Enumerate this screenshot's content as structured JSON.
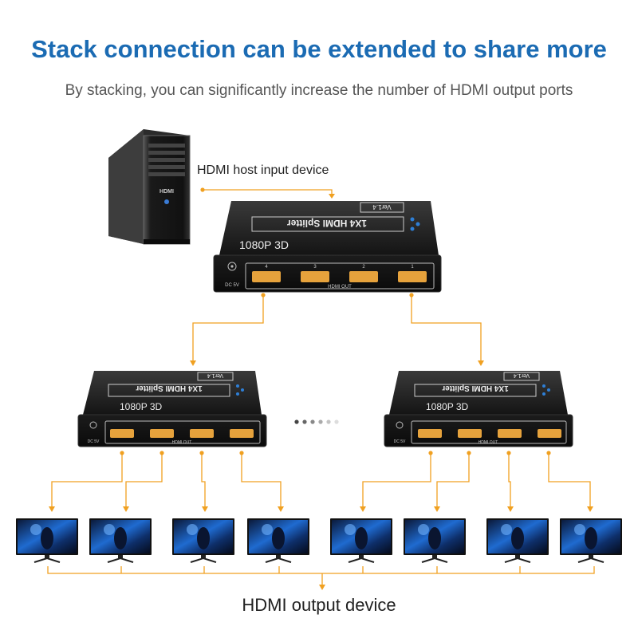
{
  "title": "Stack connection can be extended to share more",
  "subtitle": "By stacking, you can significantly increase the number of HDMI output ports",
  "host_label": "HDMI host input device",
  "output_label": "HDMI output device",
  "pc": {
    "brand": "HDMI"
  },
  "splitter": {
    "name": "1X4 HDMI Splitter",
    "version": "Ver1.4",
    "resolution": "1080P 3D",
    "ports_label": "HDMI OUT",
    "power_label": "DC 5V",
    "port_numbers": [
      "4",
      "3",
      "2",
      "1"
    ]
  },
  "colors": {
    "title": "#1b6bb3",
    "connector": "#f0a020",
    "device": "#1e1e1e",
    "port": "#e6a23c"
  }
}
